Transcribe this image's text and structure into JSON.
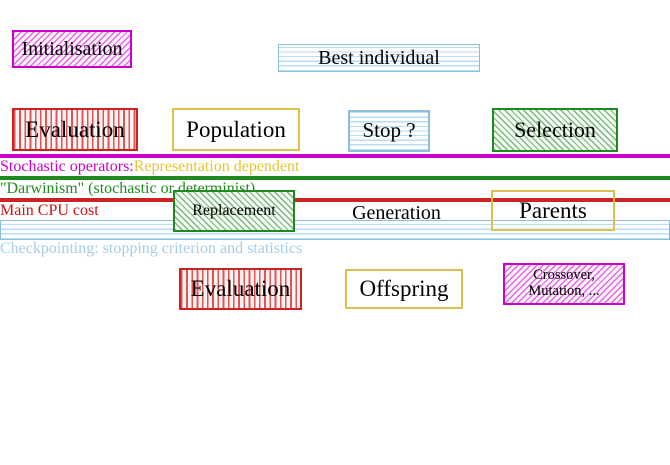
{
  "diagram": {
    "nodes": {
      "initialisation": {
        "label": "Initialisation"
      },
      "evaluation_top": {
        "label": "Evaluation"
      },
      "population": {
        "label": "Population"
      },
      "stop": {
        "label": "Stop ?"
      },
      "best_individual": {
        "label": "Best individual"
      },
      "selection": {
        "label": "Selection"
      },
      "parents": {
        "label": "Parents"
      },
      "crossover_mutation": {
        "line1": "Crossover,",
        "line2": "Mutation, ..."
      },
      "offspring": {
        "label": "Offspring"
      },
      "evaluation_bottom": {
        "label": "Evaluation"
      },
      "replacement": {
        "label": "Replacement"
      },
      "generation": {
        "label": "Generation"
      }
    },
    "colors": {
      "magenta": "#cc00cc",
      "red": "#cc2222",
      "green": "#1e8a1e",
      "light_blue": "#8cbedd",
      "yellow_gold": "#e8c431",
      "salmon": "#ee7a72",
      "arrow_black": "#000000"
    },
    "legend": [
      {
        "swatch": "magenta-hatch",
        "primary": "Stochastic operators:",
        "secondary": "Representation dependent"
      },
      {
        "swatch": "green-hatch",
        "primary": "\"Darwinism\" (stochastic or determinist)",
        "secondary": ""
      },
      {
        "swatch": "red-stripes",
        "primary": "Main CPU cost",
        "secondary": ""
      },
      {
        "swatch": "blue-stripes",
        "primary": "Checkpointing: stopping criterion and statistics",
        "secondary": ""
      }
    ]
  }
}
